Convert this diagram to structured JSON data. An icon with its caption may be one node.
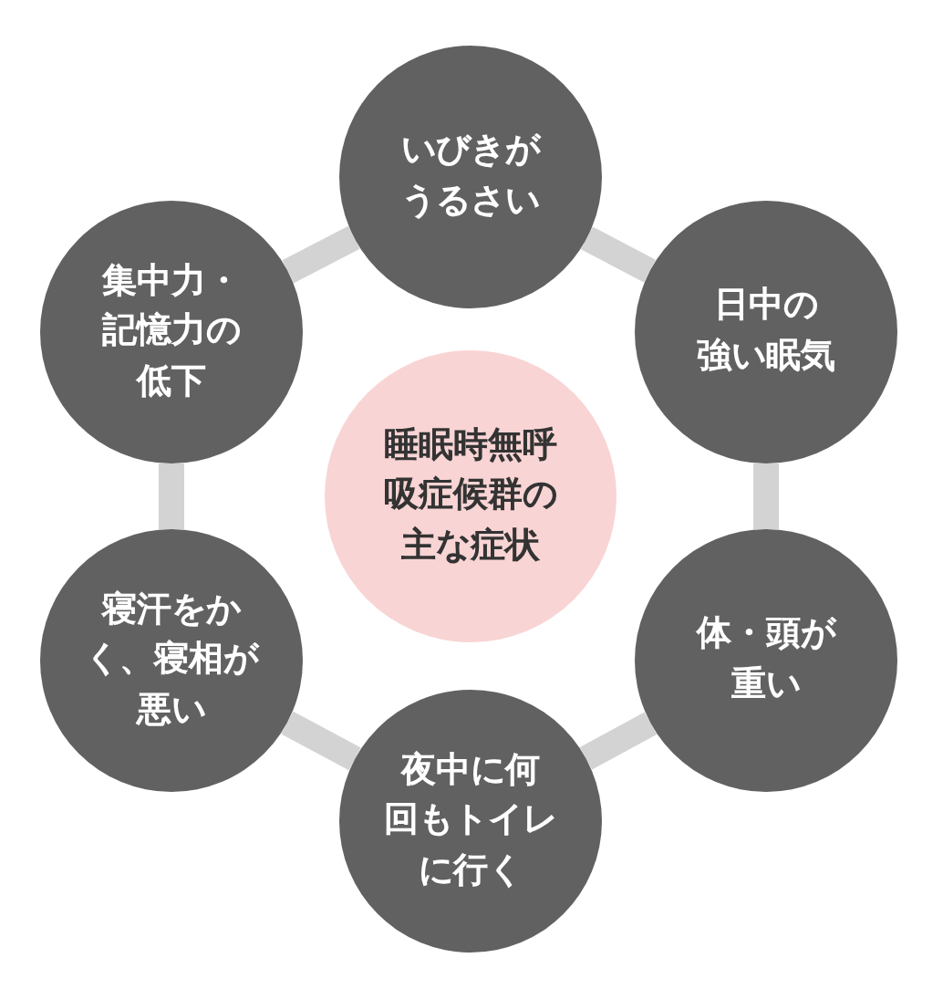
{
  "diagram": {
    "nodes": [
      {
        "text": [
          "いびきがうるさい"
        ]
      },
      {
        "text": [
          "集中力・記憶力の低下"
        ]
      },
      {
        "text": [
          "日中の強い眠気"
        ]
      },
      {
        "text": [
          "睡眠時無呼吸症候群の主な症状"
        ]
      },
      {
        "text": [
          "寝汗をかく、寝相が悪い"
        ]
      },
      {
        "text": [
          "体・頭が重い"
        ]
      },
      {
        "text": [
          "夜中に何回もトイレに行く"
        ]
      }
    ],
    "edges": [
      {
        "from": 0,
        "to": 2,
        "arrow": "none"
      },
      {
        "from": 2,
        "to": 5,
        "arrow": "none"
      },
      {
        "from": 5,
        "to": 6,
        "arrow": "none"
      },
      {
        "from": 6,
        "to": 4,
        "arrow": "none"
      },
      {
        "from": 4,
        "to": 1,
        "arrow": "none"
      },
      {
        "from": 1,
        "to": 0,
        "arrow": "none"
      }
    ]
  }
}
